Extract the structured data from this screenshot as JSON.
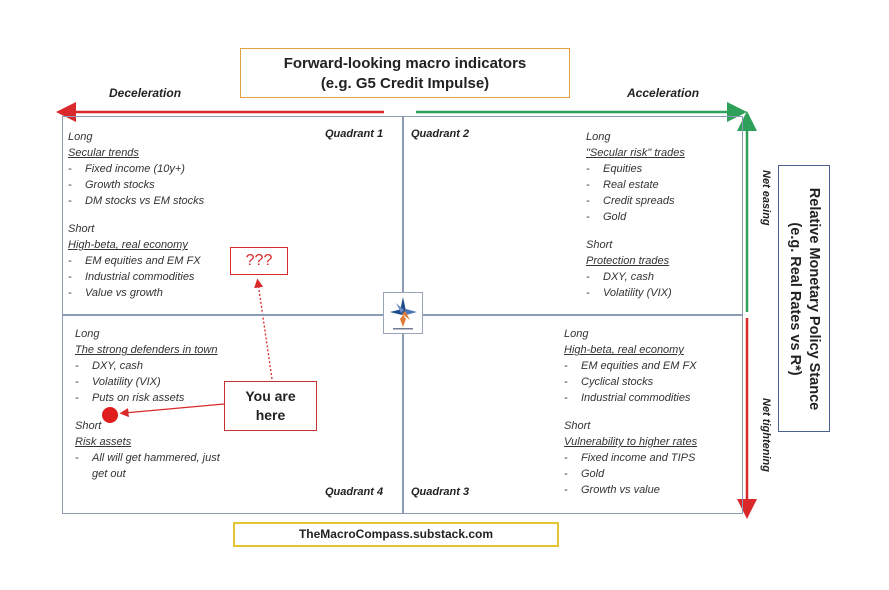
{
  "header": {
    "title_line1": "Forward-looking macro indicators",
    "title_line2": "(e.g. G5 Credit Impulse)"
  },
  "side": {
    "title_line1": "Relative Monetary Policy Stance",
    "title_line2": "(e.g. Real Rates vs R*)"
  },
  "directions": {
    "left": "Deceleration",
    "right": "Acceleration",
    "up": "Net easing",
    "down": "Net tightening"
  },
  "colors": {
    "deceleration": "#d9292a",
    "acceleration": "#2fa05a",
    "easing": "#2fa05a",
    "tightening": "#d9292a",
    "header_border": "#e2a23b",
    "footer_border": "#e6c630",
    "grid": "#8d9bb5"
  },
  "quadrants": {
    "q1": {
      "label": "Quadrant 1",
      "long_label": "Long",
      "long_heading": "Secular trends",
      "long_items": [
        "Fixed income (10y+)",
        "Growth stocks",
        "DM stocks vs EM stocks"
      ],
      "short_label": "Short",
      "short_heading": "High-beta, real economy",
      "short_items": [
        "EM equities and EM FX",
        "Industrial commodities",
        "Value vs growth"
      ]
    },
    "q2": {
      "label": "Quadrant 2",
      "long_label": "Long",
      "long_heading": "\"Secular risk\" trades",
      "long_items": [
        "Equities",
        "Real estate",
        "Credit spreads",
        "Gold"
      ],
      "short_label": "Short",
      "short_heading": "Protection trades",
      "short_items": [
        "DXY, cash",
        "Volatility (VIX)"
      ]
    },
    "q3": {
      "label": "Quadrant 3",
      "long_label": "Long",
      "long_heading": "High-beta, real economy",
      "long_items": [
        "EM equities and EM FX",
        "Cyclical stocks",
        "Industrial commodities"
      ],
      "short_label": "Short",
      "short_heading": "Vulnerability to higher rates",
      "short_items": [
        "Fixed income and TIPS",
        "Gold",
        "Growth vs value"
      ]
    },
    "q4": {
      "label": "Quadrant 4",
      "long_label": "Long",
      "long_heading": "The strong defenders in town",
      "long_items": [
        "DXY, cash",
        "Volatility (VIX)",
        "Puts on risk assets"
      ],
      "short_label": "Short",
      "short_heading": "Risk assets",
      "short_items": [
        "All will get hammered, just get out"
      ]
    }
  },
  "annotations": {
    "question": "???",
    "you_are_line1": "You are",
    "you_are_line2": "here"
  },
  "footer": {
    "text": "TheMacroCompass.substack.com"
  },
  "icons": {
    "logo": "compass-logo-icon",
    "marker": "red-dot-marker"
  }
}
